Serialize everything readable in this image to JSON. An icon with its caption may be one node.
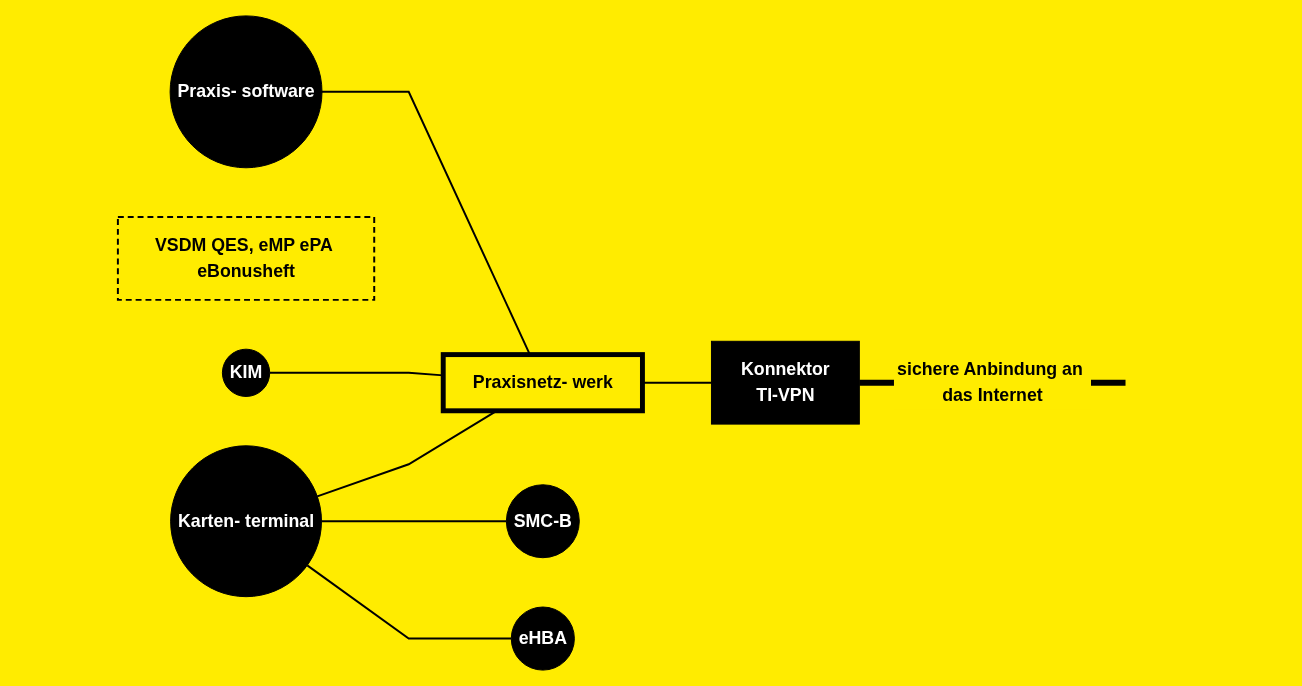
{
  "diagram": {
    "nodes": [
      {
        "text": [
          "Praxis- software"
        ]
      },
      {
        "text": [
          "VSDM QES, eMP ePA eBonusheft"
        ]
      },
      {
        "text": [
          "KIM"
        ]
      },
      {
        "text": [
          "Praxisnetz- werk"
        ]
      },
      {
        "text": [
          "Konnektor",
          "TI-VPN"
        ]
      },
      {
        "text": [
          "Karten- terminal"
        ]
      },
      {
        "text": [
          "SMC-B"
        ]
      },
      {
        "text": [
          "eHBA"
        ]
      }
    ],
    "edges": [
      {
        "from": 0,
        "to": 3,
        "arrow": "none"
      },
      {
        "from": 2,
        "to": 3,
        "arrow": "none"
      },
      {
        "from": 5,
        "to": 3,
        "arrow": "none"
      },
      {
        "from": 3,
        "to": 4,
        "arrow": "none"
      },
      {
        "from": 5,
        "to": 6,
        "arrow": "none"
      },
      {
        "from": 5,
        "to": 7,
        "arrow": "none"
      },
      {
        "from": 4,
        "to": null,
        "arrow": "none",
        "label": "sichere Anbindung an das Internet",
        "style": "thick"
      }
    ]
  }
}
